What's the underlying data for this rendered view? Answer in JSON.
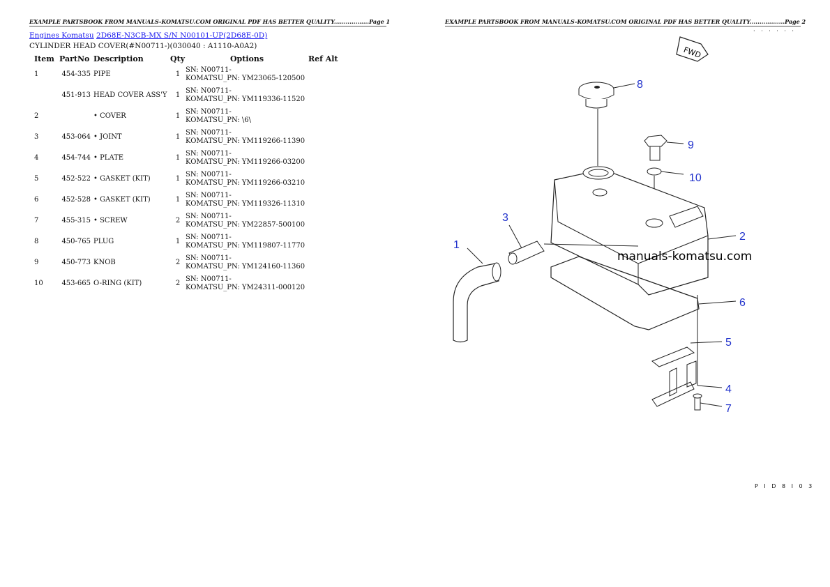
{
  "headers": {
    "page1": "EXAMPLE PARTSBOOK FROM MANUALS-KOMATSU.COM ORIGINAL PDF HAS BETTER QUALITY..................Page 1",
    "page2": "EXAMPLE PARTSBOOK FROM MANUALS-KOMATSU.COM ORIGINAL PDF HAS BETTER QUALITY..................Page 2"
  },
  "breadcrumb": {
    "link1": "Engines Komatsu",
    "link2": "2D68E-N3CB-MX S/N N00101-UP(2D68E-0D)"
  },
  "subtitle": "CYLINDER HEAD COVER(#N00711-)(030040 : A1110-A0A2)",
  "table": {
    "columns": [
      "Item",
      "PartNo",
      "Description",
      "Qty",
      "Options",
      "Ref Alt"
    ],
    "rows": [
      {
        "item": "1",
        "part": "454-335",
        "desc": "PIPE",
        "qty": "1",
        "opt1": "SN: N00711-",
        "opt2": "KOMATSU_PN: YM23065-120500"
      },
      {
        "item": "",
        "part": "451-913",
        "desc": "HEAD COVER ASS'Y",
        "qty": "1",
        "opt1": "SN: N00711-",
        "opt2": "KOMATSU_PN: YM119336-11520"
      },
      {
        "item": "2",
        "part": "",
        "desc": "• COVER",
        "qty": "1",
        "opt1": "SN: N00711-",
        "opt2": "KOMATSU_PN: \\6\\"
      },
      {
        "item": "3",
        "part": "453-064",
        "desc": "• JOINT",
        "qty": "1",
        "opt1": "SN: N00711-",
        "opt2": "KOMATSU_PN: YM119266-11390"
      },
      {
        "item": "4",
        "part": "454-744",
        "desc": "• PLATE",
        "qty": "1",
        "opt1": "SN: N00711-",
        "opt2": "KOMATSU_PN: YM119266-03200"
      },
      {
        "item": "5",
        "part": "452-522",
        "desc": "• GASKET (KIT)",
        "qty": "1",
        "opt1": "SN: N00711-",
        "opt2": "KOMATSU_PN: YM119266-03210"
      },
      {
        "item": "6",
        "part": "452-528",
        "desc": "• GASKET (KIT)",
        "qty": "1",
        "opt1": "SN: N00711-",
        "opt2": "KOMATSU_PN: YM119326-11310"
      },
      {
        "item": "7",
        "part": "455-315",
        "desc": "• SCREW",
        "qty": "2",
        "opt1": "SN: N00711-",
        "opt2": "KOMATSU_PN: YM22857-500100"
      },
      {
        "item": "8",
        "part": "450-765",
        "desc": "PLUG",
        "qty": "1",
        "opt1": "SN: N00711-",
        "opt2": "KOMATSU_PN: YM119807-11770"
      },
      {
        "item": "9",
        "part": "450-773",
        "desc": "KNOB",
        "qty": "2",
        "opt1": "SN: N00711-",
        "opt2": "KOMATSU_PN: YM124160-11360"
      },
      {
        "item": "10",
        "part": "453-665",
        "desc": "O-RING (KIT)",
        "qty": "2",
        "opt1": "SN: N00711-",
        "opt2": "KOMATSU_PN: YM24311-000120"
      }
    ]
  },
  "diagram": {
    "fwd_label": "FWD",
    "watermark": "manuals-komatsu.com",
    "callouts": [
      "1",
      "2",
      "3",
      "4",
      "5",
      "6",
      "7",
      "8",
      "9",
      "10"
    ],
    "dots": "· · · · · ·",
    "footer_code": "P I D 8 I 0 3",
    "callout_color": "#2233cc"
  }
}
